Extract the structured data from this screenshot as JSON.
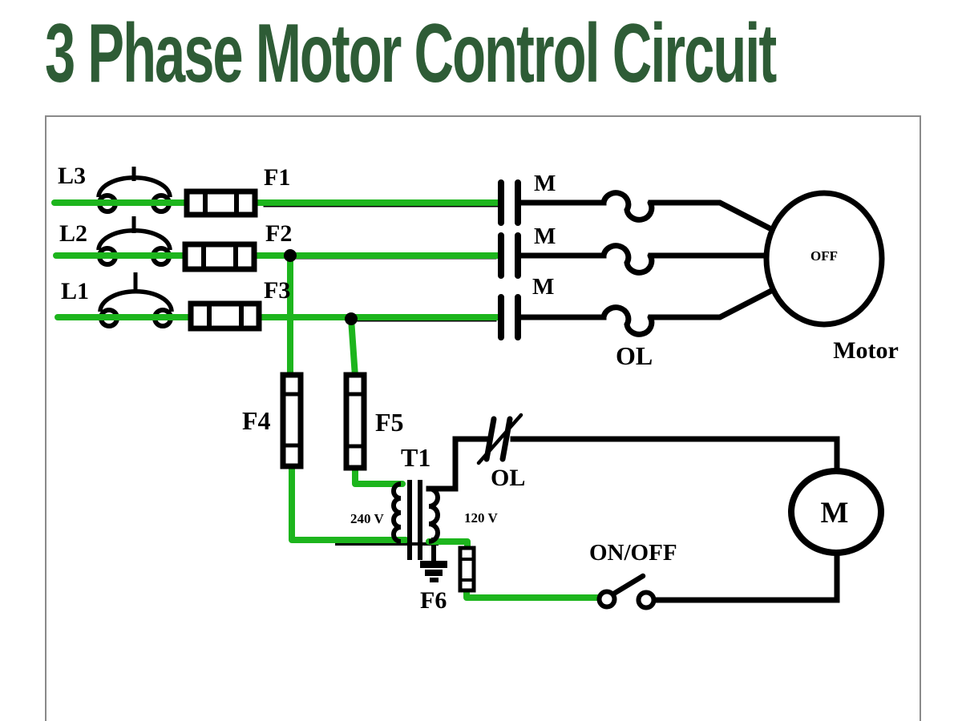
{
  "title": {
    "text": "3 Phase Motor Control Circuit",
    "color": "#2e5c36"
  },
  "colors": {
    "wire_green": "#1db51d",
    "wire_black": "#000000",
    "border_gray": "#8a8a8a"
  },
  "power_circuit": {
    "phases": [
      "L3",
      "L2",
      "L1"
    ],
    "line_fuses": [
      "F1",
      "F2",
      "F3"
    ],
    "contactor_contacts": [
      "M",
      "M",
      "M"
    ],
    "overload_label": "OL",
    "motor": {
      "label": "Motor",
      "inner_text": "OFF"
    }
  },
  "control_circuit": {
    "primary_fuses": [
      "F4",
      "F5"
    ],
    "transformer": {
      "label": "T1",
      "primary_voltage": "240 V",
      "secondary_voltage": "120 V"
    },
    "overload_contact_label": "OL",
    "control_fuse": "F6",
    "switch_label": "ON/OFF",
    "coil_label": "M"
  }
}
